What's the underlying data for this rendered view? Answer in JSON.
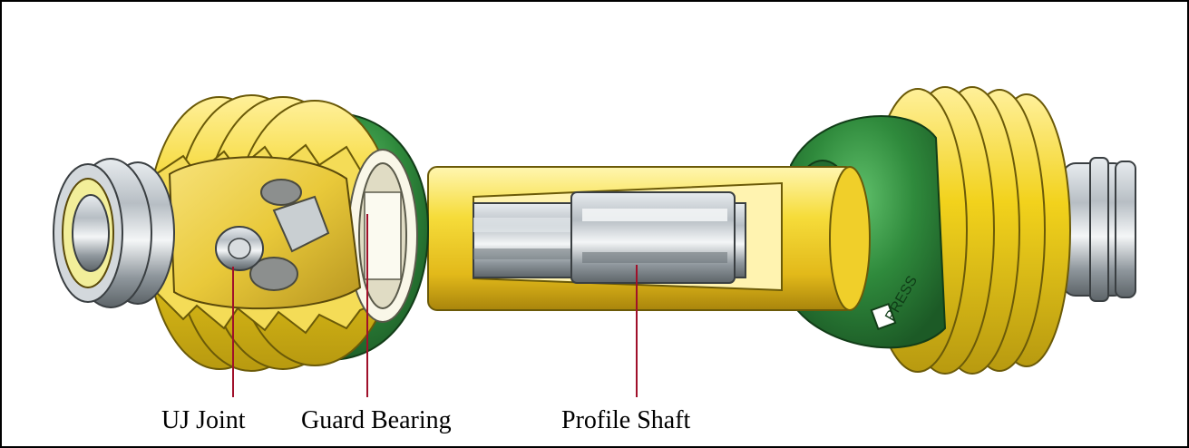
{
  "labels": {
    "uj_joint": "UJ Joint",
    "guard_bearing": "Guard Bearing",
    "profile_shaft": "Profile Shaft"
  },
  "guard_embossed_text": "PRESS",
  "colors": {
    "guard_yellow": "#f2d21c",
    "guard_yellow_dark": "#b89a10",
    "cone_green": "#2f8a3c",
    "cone_green_dark": "#1c5a26",
    "steel": "#a9b0b6",
    "leader_line": "#a0102a"
  }
}
